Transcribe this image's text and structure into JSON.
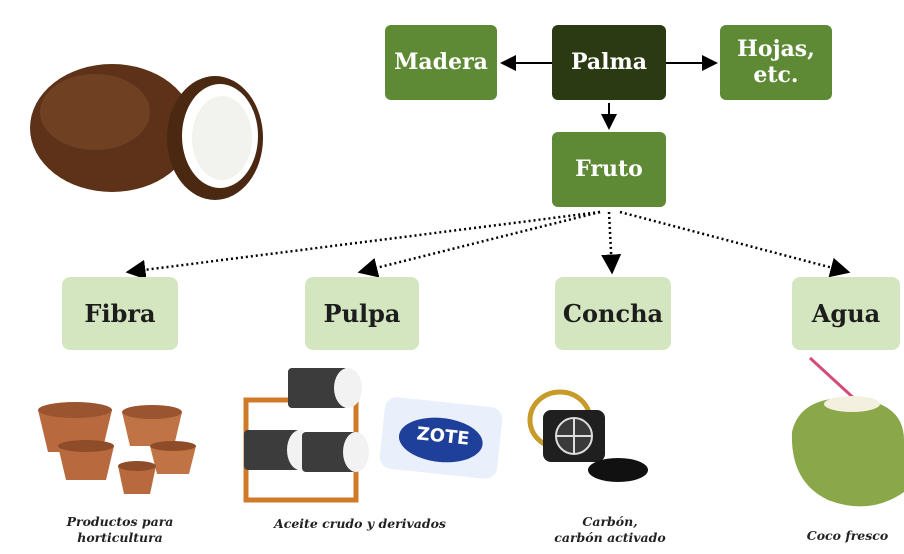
{
  "top": {
    "center": "Palma",
    "left": "Madera",
    "right": "Hojas,\netc.",
    "fruit": "Fruto"
  },
  "products": {
    "fibra": "Fibra",
    "pulpa": "Pulpa",
    "concha": "Concha",
    "agua": "Agua"
  },
  "captions": {
    "fibra": "Productos para\nhorticultura",
    "pulpa": "Aceite crudo y derivados",
    "concha": "Carbón,\ncarbón activado",
    "agua": "Coco fresco"
  },
  "soap_label": "ZOTE",
  "colors": {
    "box_green": "#5f8a35",
    "box_dark": "#2b3a12",
    "box_light": "#d4e6bf",
    "coconut_shell": "#6b3a1c",
    "pot": "#b86a3e"
  }
}
